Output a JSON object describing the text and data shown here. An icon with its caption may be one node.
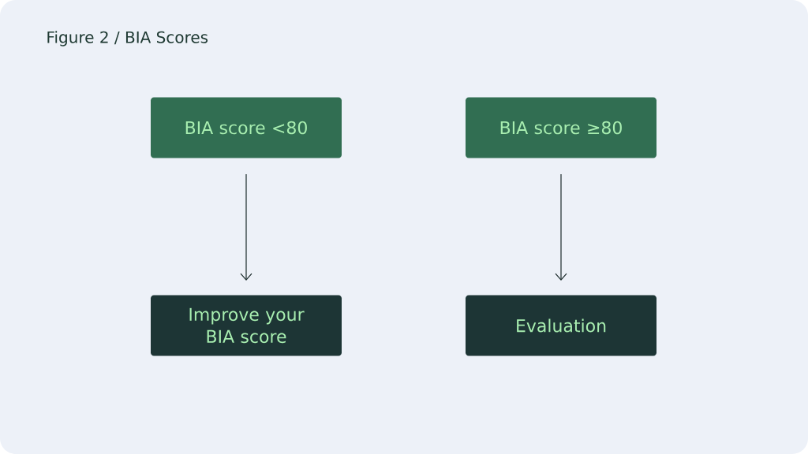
{
  "diagram": {
    "title": "Figure 2 / BIA Scores",
    "nodes": [
      {
        "text": [
          "BIA score <80"
        ]
      },
      {
        "text": [
          "BIA score ≥80"
        ]
      },
      {
        "text": [
          "Improve your BIA score"
        ]
      },
      {
        "text": [
          "Evaluation"
        ]
      }
    ],
    "edges": [
      {
        "from": 0,
        "to": 2,
        "arrow": "to"
      },
      {
        "from": 1,
        "to": 3,
        "arrow": "to"
      }
    ]
  }
}
